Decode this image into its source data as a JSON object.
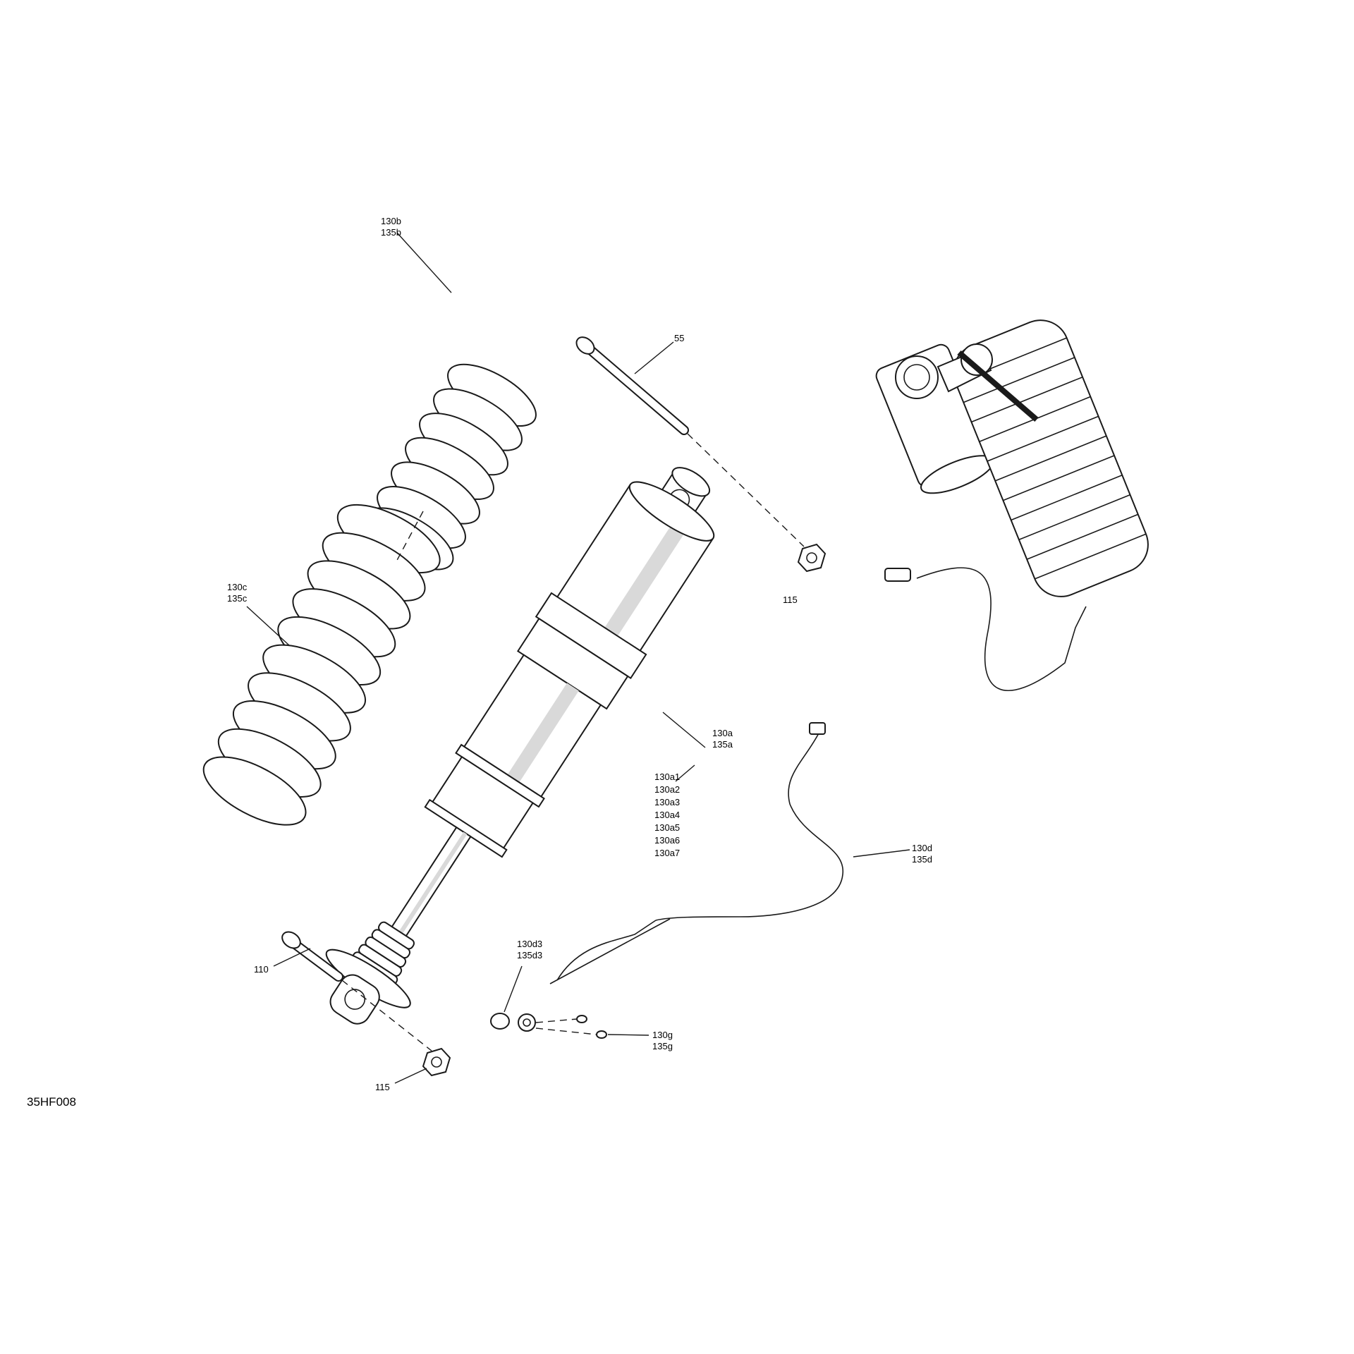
{
  "diagram": {
    "code": "35HF008",
    "callouts": {
      "c55": [
        "55"
      ],
      "c115_top": [
        "115"
      ],
      "c130b": [
        "130b",
        "135b"
      ],
      "c130c": [
        "130c",
        "135c"
      ],
      "c130a": [
        "130a",
        "135a"
      ],
      "c130a_list": [
        "130a1",
        "130a2",
        "130a3",
        "130a4",
        "130a5",
        "130a6",
        "130a7"
      ],
      "c130d": [
        "130d",
        "135d"
      ],
      "c130d3": [
        "130d3",
        "135d3"
      ],
      "c130g": [
        "130g",
        "135g"
      ],
      "c110": [
        "110"
      ],
      "c115_bottom": [
        "115"
      ]
    }
  }
}
